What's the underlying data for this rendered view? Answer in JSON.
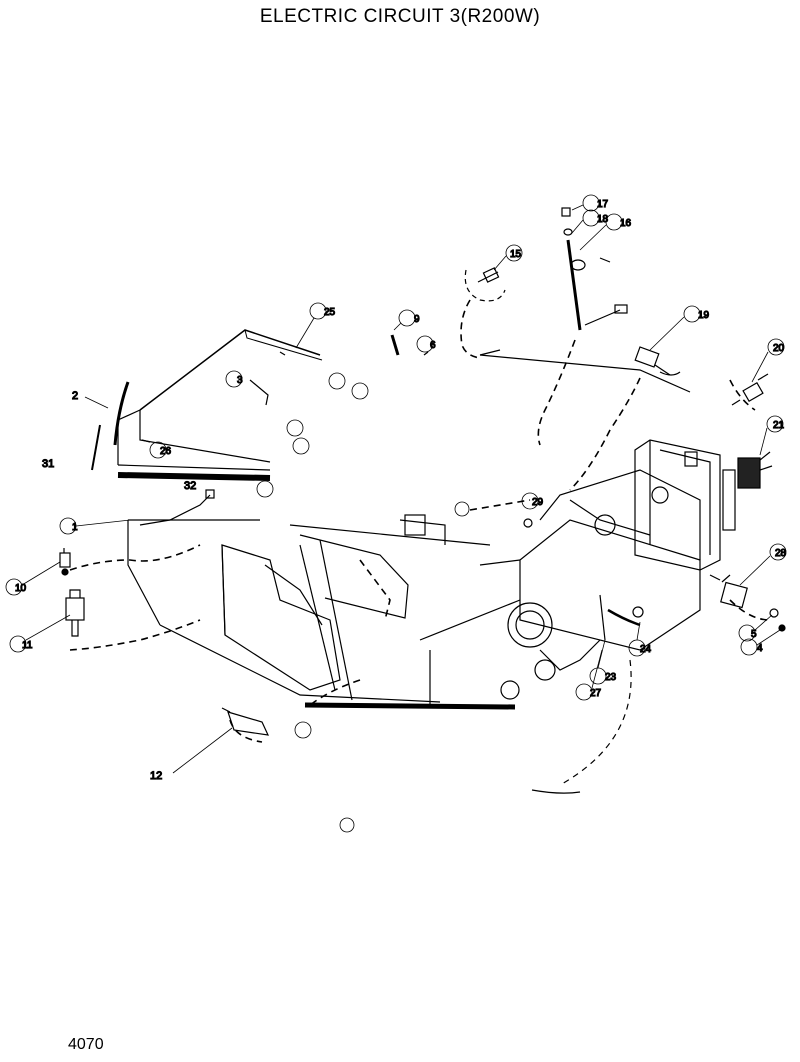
{
  "page": {
    "title": "ELECTRIC CIRCUIT 3(R200W)",
    "page_number": "4070"
  },
  "callouts": {
    "c1": "1",
    "c2": "2",
    "c3": "3",
    "c4": "4",
    "c5": "5",
    "c6": "6",
    "c9": "9",
    "c10": "10",
    "c11": "11",
    "c12": "12",
    "c15": "15",
    "c16": "16",
    "c17": "17",
    "c18": "18",
    "c19": "19",
    "c20": "20",
    "c21": "21",
    "c23": "23",
    "c24": "24",
    "c25": "25",
    "c26": "26",
    "c27": "27",
    "c28": "28",
    "c29": "29",
    "c31": "31",
    "c32": "32"
  }
}
